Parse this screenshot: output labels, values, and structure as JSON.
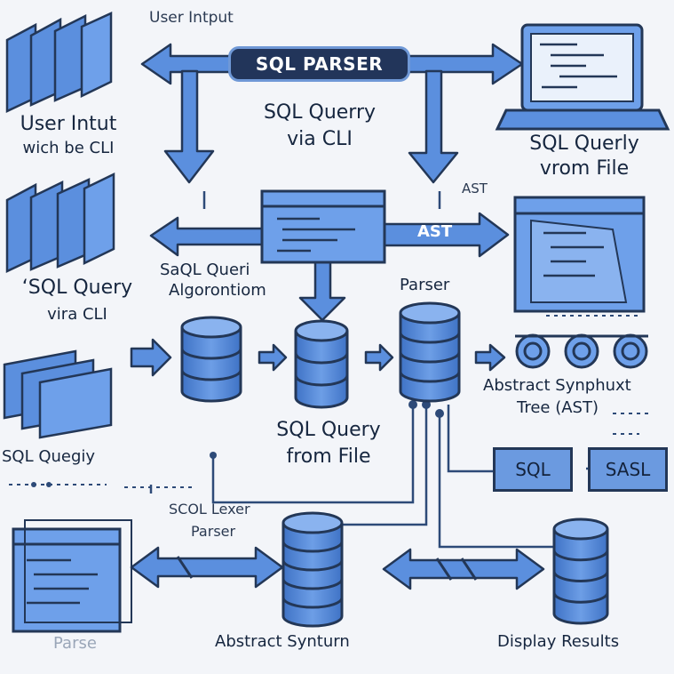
{
  "title": "SQL PARSER",
  "labels": {
    "top_user_input": "User Intput",
    "top_left_caption_1": "User Intut",
    "top_left_caption_2": "wich be CLI",
    "center_query_1": "SQL Querry",
    "center_query_2": "via CLI",
    "right_file_1": "SQL Querly",
    "right_file_2": "vrom File",
    "ast_small": "AST",
    "ast_arrow": "AST",
    "algo_1": "SaQL Queri",
    "algo_2": "Algorontiom",
    "mid_left_1": "‘SQL Query",
    "mid_left_2": "vira CLI",
    "parser": "Parser",
    "abstract_1": "Abstract Synphuxt",
    "abstract_2": "Tree (AST)",
    "sql_query_file_1": "SQL Query",
    "sql_query_file_2": "from File",
    "sql_query_left": "SQL Quegiy",
    "sql_box": "SQL",
    "sasl_box": "SASL",
    "lexer_1": "SCOL Lexer",
    "lexer_2": "Parser",
    "bottom_left": "Parse",
    "bottom_mid": "Abstract Synturn",
    "bottom_right": "Display Results"
  },
  "colors": {
    "accent": "#5b8fde",
    "dark": "#22355a",
    "background": "#f3f5f9"
  }
}
